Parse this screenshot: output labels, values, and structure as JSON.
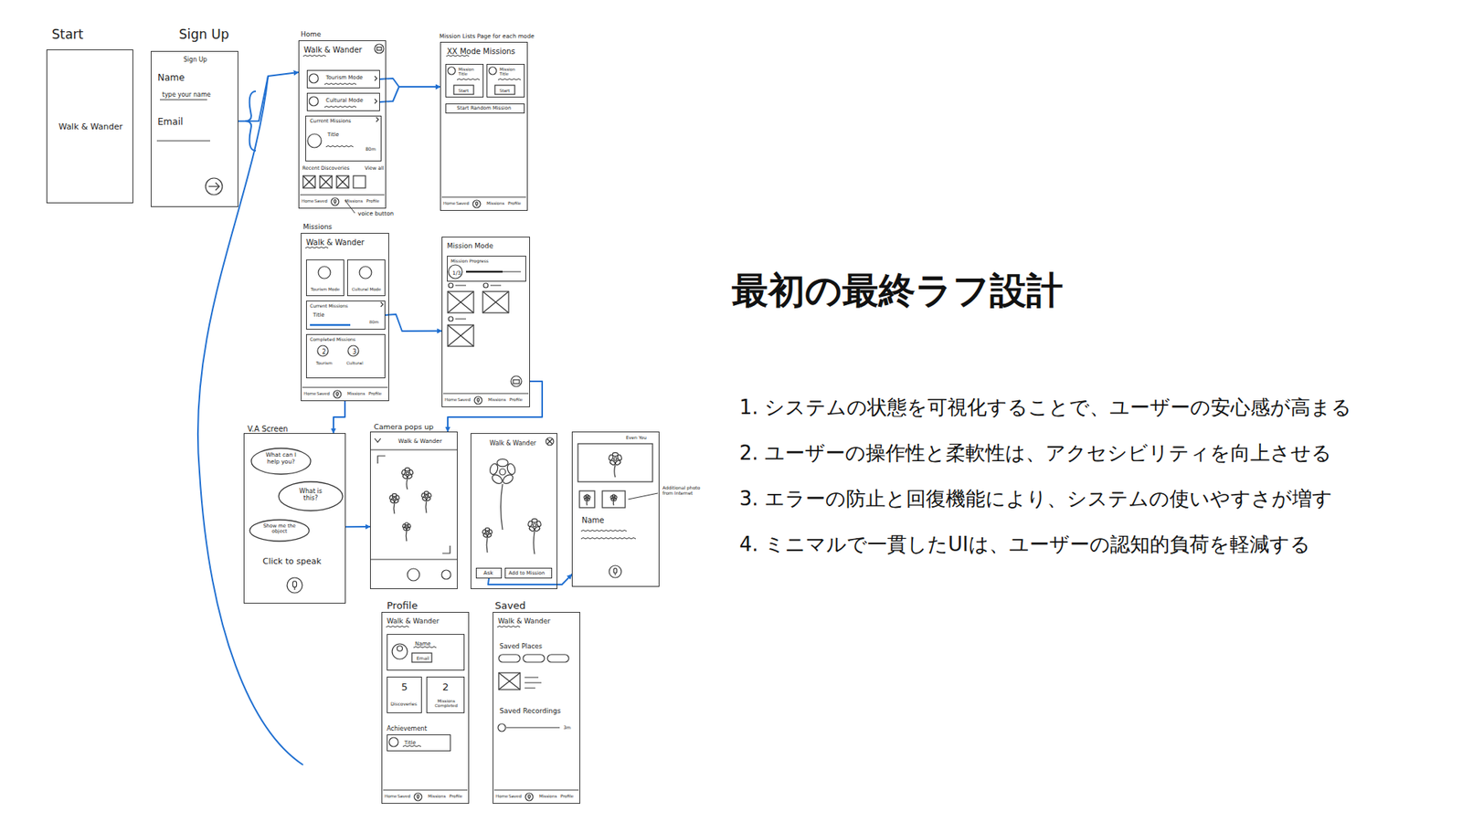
{
  "diagram": {
    "title": "最初の最終ラフ設計",
    "nodes": [
      {
        "text": [
          "Start",
          "Walk & Wander"
        ]
      },
      {
        "text": [
          "Sign Up",
          "Sign Up",
          "Name",
          "type your name",
          "Email"
        ]
      },
      {
        "text": [
          "Home",
          "Walk & Wander",
          "Recent Discoveries",
          "View all",
          "Home",
          "Saved",
          "Missions",
          "Profile"
        ]
      },
      {
        "text": [
          "Tourism Mode"
        ],
        "in": 2
      },
      {
        "text": [
          "Cultural Mode"
        ],
        "in": 2
      },
      {
        "text": [
          "Current Missions",
          "Title",
          "80m"
        ],
        "in": 2
      },
      {
        "text": [
          "Mission Lists Page for each mode",
          "XX Mode Missions",
          "Home",
          "Saved",
          "Missions",
          "Profile"
        ]
      },
      {
        "text": [
          "Mission Title",
          "Start"
        ],
        "in": 6
      },
      {
        "text": [
          "Mission Title",
          "Start"
        ],
        "in": 6
      },
      {
        "text": [
          "Start Random Mission"
        ],
        "in": 6
      },
      {
        "text": [
          "Missions",
          "Walk & Wander",
          "Home",
          "Saved",
          "Missions",
          "Profile"
        ]
      },
      {
        "text": [
          "Tourism Mode"
        ],
        "in": 10
      },
      {
        "text": [
          "Cultural Mode"
        ],
        "in": 10
      },
      {
        "text": [
          "Current Missions",
          "Title",
          "80m"
        ],
        "in": 10
      },
      {
        "text": [
          "Completed Missions",
          "2",
          "Tourism",
          "3",
          "Cultural"
        ],
        "in": 10
      },
      {
        "text": [
          "Mission Mode",
          "Home",
          "Saved",
          "Missions",
          "Profile"
        ]
      },
      {
        "text": [
          "Mission Progress",
          "1/3"
        ],
        "in": 15
      },
      {
        "text": [
          "V.A Screen",
          "Click to speak"
        ]
      },
      {
        "text": [
          "What can I help you?"
        ],
        "in": 17
      },
      {
        "text": [
          "What is this?"
        ],
        "in": 17
      },
      {
        "text": [
          "Show me the object"
        ],
        "in": 17
      },
      {
        "text": [
          "Camera pops up",
          "Walk & Wander"
        ]
      },
      {
        "text": [
          "Walk & Wander"
        ]
      },
      {
        "text": [
          "Ask"
        ],
        "in": 22
      },
      {
        "text": [
          "Add to Mission"
        ],
        "in": 22
      },
      {
        "text": [
          "Even You",
          "Name",
          "Additional photo from Internet"
        ]
      },
      {
        "text": [
          "Profile",
          "Walk & Wander",
          "Achievement",
          "Home",
          "Saved",
          "Missions",
          "Profile"
        ]
      },
      {
        "text": [
          "Name",
          "Email"
        ],
        "in": 26
      },
      {
        "text": [
          "5",
          "Discoveries"
        ],
        "in": 26
      },
      {
        "text": [
          "2",
          "Missions Completed"
        ],
        "in": 26
      },
      {
        "text": [
          "Title"
        ],
        "in": 26
      },
      {
        "text": [
          "Saved",
          "Walk & Wander",
          "Saved Places",
          "Saved Recordings",
          "3m",
          "Home",
          "Saved",
          "Missions",
          "Profile"
        ]
      }
    ],
    "edges": [
      {
        "from": 1,
        "to": 2,
        "arrow": "to"
      },
      {
        "from": 3,
        "to": 6,
        "arrow": "to"
      },
      {
        "from": 4,
        "to": 6,
        "arrow": "to"
      },
      {
        "from": 13,
        "to": 15,
        "arrow": "to"
      },
      {
        "from": 10,
        "to": 17,
        "arrow": "to"
      },
      {
        "from": 15,
        "to": 21,
        "arrow": "to"
      },
      {
        "from": 17,
        "to": 21,
        "arrow": "to"
      },
      {
        "from": 23,
        "to": 25,
        "arrow": "to"
      }
    ],
    "labels": [
      "voice button",
      "1. システムの状態を可視化することで、ユーザーの安心感が高まる",
      "2. ユーザーの操作性と柔軟性は、アクセシビリティを向上させる",
      "3. エラーの防止と回復機能により、システムの使いやすさが増す",
      "4. ミニマルで一貫したUIは、ユーザーの認知的負荷を軽減する"
    ]
  }
}
